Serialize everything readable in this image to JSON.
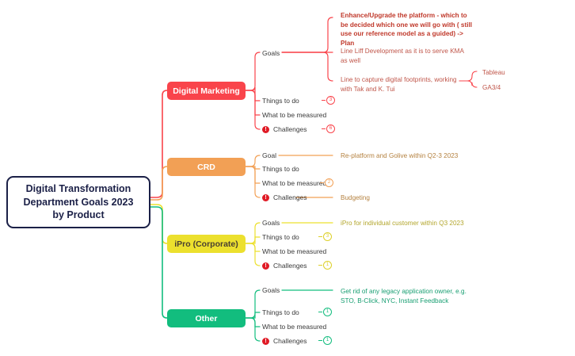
{
  "root": {
    "title": "Digital Transformation\nDepartment Goals 2023\nby Product"
  },
  "colors": {
    "root_border": "#1b2047",
    "red": "#f9444b",
    "orange": "#f2a055",
    "yellow": "#ece02e",
    "green": "#12bd7e"
  },
  "branches": [
    {
      "id": "digital-marketing",
      "label": "Digital Marketing",
      "color": "#f9444b",
      "rows": [
        {
          "label": "Goals",
          "warn": false,
          "badge": null
        },
        {
          "label": "Things to do",
          "warn": false,
          "badge": "3"
        },
        {
          "label": "What to be measured",
          "warn": false,
          "badge": null
        },
        {
          "label": "Challenges",
          "warn": true,
          "badge": "6"
        }
      ],
      "leaves": [
        {
          "text": "Enhance/Upgrade the platform - which to be decided which one we will go with ( still use our reference model as a guided) -> Plan",
          "bold": true
        },
        {
          "text": "Line Liff Development as it is to serve KMA as well",
          "bold": false
        },
        {
          "text": "Line to capture digital footprints, working with Tak and K. Tui",
          "bold": false
        }
      ],
      "grandchildren": [
        {
          "text": "Tableau"
        },
        {
          "text": "GA3/4"
        }
      ]
    },
    {
      "id": "crd",
      "label": "CRD",
      "color": "#f2a055",
      "rows": [
        {
          "label": "Goal",
          "warn": false,
          "badge": null
        },
        {
          "label": "Things to do",
          "warn": false,
          "badge": null
        },
        {
          "label": "What to be measured",
          "warn": false,
          "badge": "2"
        },
        {
          "label": "Challenges",
          "warn": true,
          "badge": null
        }
      ],
      "leaves": [
        {
          "text": "Re-platform and Golive within Q2-3 2023",
          "bold": false
        },
        {
          "text": "Budgeting",
          "bold": false
        }
      ],
      "grandchildren": []
    },
    {
      "id": "ipro-corporate",
      "label": "iPro (Corporate)",
      "color": "#ece02e",
      "rows": [
        {
          "label": "Goals",
          "warn": false,
          "badge": null
        },
        {
          "label": "Things to do",
          "warn": false,
          "badge": "3"
        },
        {
          "label": "What to be measured",
          "warn": false,
          "badge": null
        },
        {
          "label": "Challenges",
          "warn": true,
          "badge": "1"
        }
      ],
      "leaves": [
        {
          "text": "iPro for individual customer within Q3 2023",
          "bold": false
        }
      ],
      "grandchildren": []
    },
    {
      "id": "other",
      "label": "Other",
      "color": "#12bd7e",
      "rows": [
        {
          "label": "Goals",
          "warn": false,
          "badge": null
        },
        {
          "label": "Things to do",
          "warn": false,
          "badge": "1"
        },
        {
          "label": "What to be measured",
          "warn": false,
          "badge": null
        },
        {
          "label": "Challenges",
          "warn": true,
          "badge": "1"
        }
      ],
      "leaves": [
        {
          "text": "Get rid of any legacy application owner, e.g. STO, B-Click, NYC, Instant Feedback",
          "bold": false
        }
      ],
      "grandchildren": []
    }
  ]
}
